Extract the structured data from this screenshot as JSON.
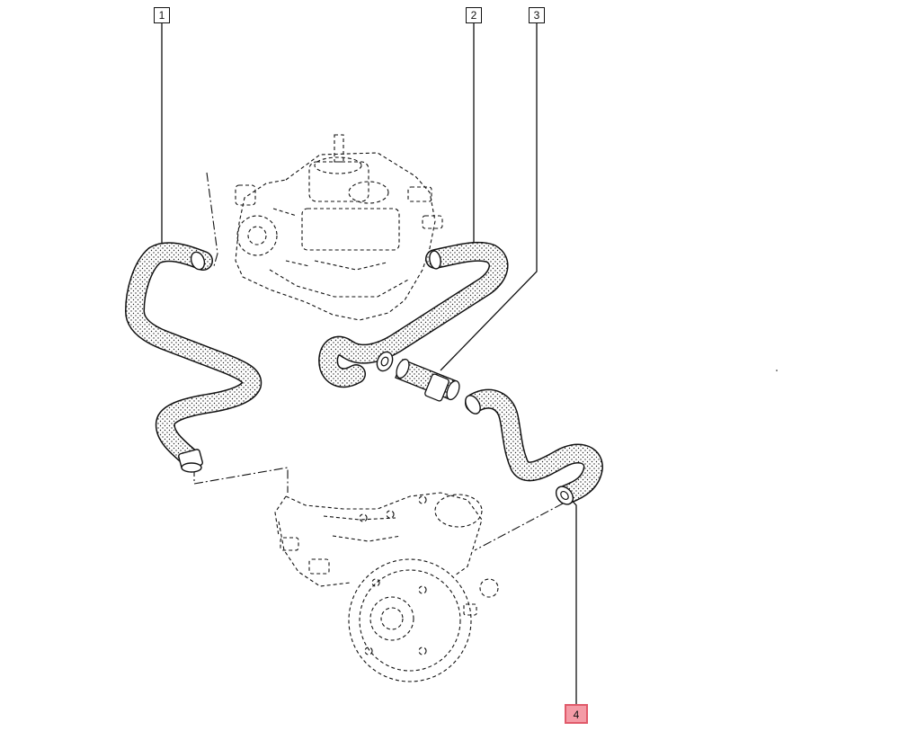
{
  "callouts": [
    {
      "label": "1",
      "selected": false
    },
    {
      "label": "2",
      "selected": false
    },
    {
      "label": "3",
      "selected": false
    },
    {
      "label": "4",
      "selected": true
    }
  ],
  "colors": {
    "line": "#111111",
    "hose_fill": "#ffffff",
    "stipple": "#222222",
    "highlight_fill": "#f49ba6",
    "highlight_border": "#e05a6a"
  }
}
